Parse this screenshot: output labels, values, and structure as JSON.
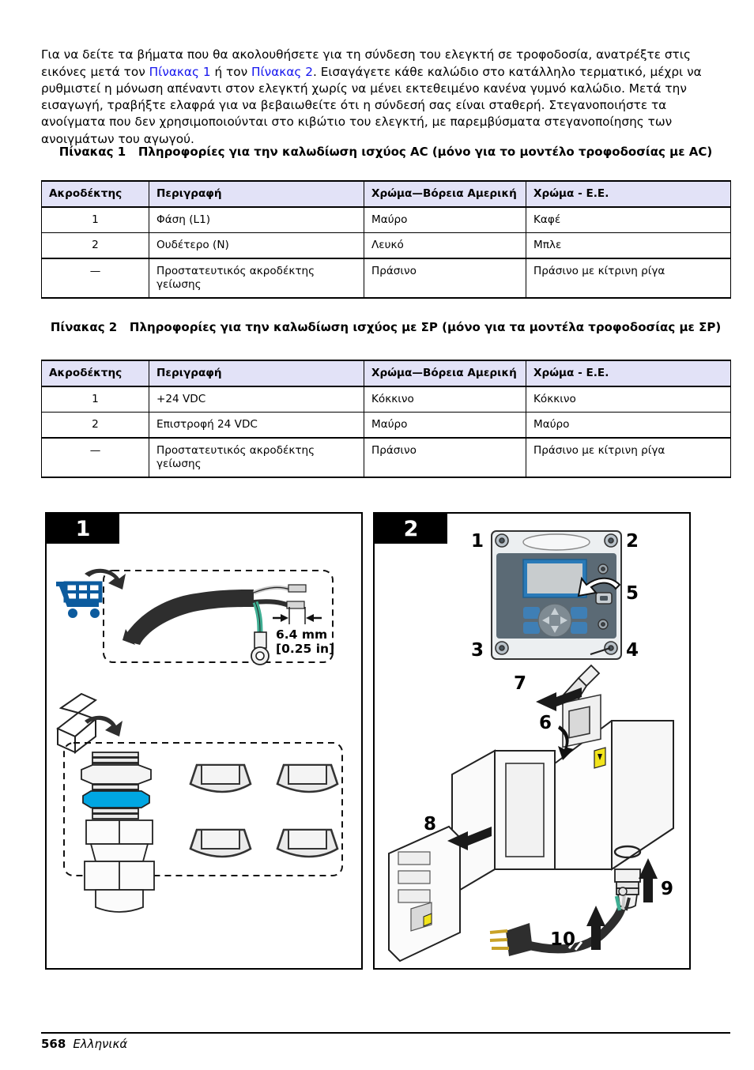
{
  "document": {
    "language_label": "Ελληνικά",
    "page_number": "568"
  },
  "intro": {
    "part1": "Για να δείτε τα βήματα που θα ακολουθήσετε για τη σύνδεση του ελεγκτή σε τροφοδοσία, ανατρέξτε στις εικόνες μετά τον ",
    "link1": "Πίνακας 1",
    "part2": " ή τον ",
    "link2": "Πίνακας 2",
    "part3": ". Εισαγάγετε κάθε καλώδιο στο κατάλληλο τερματικό, μέχρι να ρυθμιστεί η μόνωση απέναντι στον ελεγκτή χωρίς να μένει εκτεθειμένο κανένα γυμνό καλώδιο. Μετά την εισαγωγή, τραβήξτε ελαφρά για να βεβαιωθείτε ότι η σύνδεσή σας είναι σταθερή. Στεγανοποιήστε τα ανοίγματα που δεν χρησιμοποιούνται στο κιβώτιο του ελεγκτή, με παρεμβύσματα στεγανοποίησης των ανοιγμάτων του αγωγού."
  },
  "table1": {
    "caption_label": "Πίνακας 1",
    "caption_text": "Πληροφορίες για την καλωδίωση ισχύος AC (μόνο για το μοντέλο τροφοδοσίας με AC)",
    "headers": [
      "Ακροδέκτης",
      "Περιγραφή",
      "Χρώμα—Βόρεια Αμερική",
      "Χρώμα - Ε.Ε."
    ],
    "rows": [
      [
        "1",
        "Φάση (L1)",
        "Μαύρο",
        "Καφέ"
      ],
      [
        "2",
        "Ουδέτερο (N)",
        "Λευκό",
        "Μπλε"
      ],
      [
        "—",
        "Προστατευτικός ακροδέκτης γείωσης",
        "Πράσινο",
        "Πράσινο με κίτρινη ρίγα"
      ]
    ]
  },
  "table2": {
    "caption_label": "Πίνακας 2",
    "caption_text": "Πληροφορίες για την καλωδίωση ισχύος με ΣΡ (μόνο για τα μοντέλα τροφοδοσίας με ΣΡ)",
    "headers": [
      "Ακροδέκτης",
      "Περιγραφή",
      "Χρώμα—Βόρεια Αμερική",
      "Χρώμα - Ε.Ε."
    ],
    "rows": [
      [
        "1",
        "+24 VDC",
        "Κόκκινο",
        "Κόκκινο"
      ],
      [
        "2",
        "Επιστροφή 24 VDC",
        "Μαύρο",
        "Μαύρο"
      ],
      [
        "—",
        "Προστατευτικός ακροδέκτης γείωσης",
        "Πράσινο",
        "Πράσινο με κίτρινη ρίγα"
      ]
    ]
  },
  "figure1": {
    "number": "1",
    "dimension_mm": "6.4 mm",
    "dimension_in": "[0.25 in]"
  },
  "figure2": {
    "number": "2",
    "callouts": [
      "1",
      "2",
      "3",
      "4",
      "5",
      "6",
      "7",
      "8",
      "9",
      "10"
    ]
  },
  "colors": {
    "link": "#1414ee",
    "table_header_bg": "#e2e2f7",
    "accent_blue": "#0c5b9e",
    "oring_blue": "#00a6e2",
    "display_blue": "#2a7ab8",
    "key_blue": "#3f7fb5",
    "ground_green": "#3fae93",
    "warning_yellow": "#f2e41c"
  }
}
